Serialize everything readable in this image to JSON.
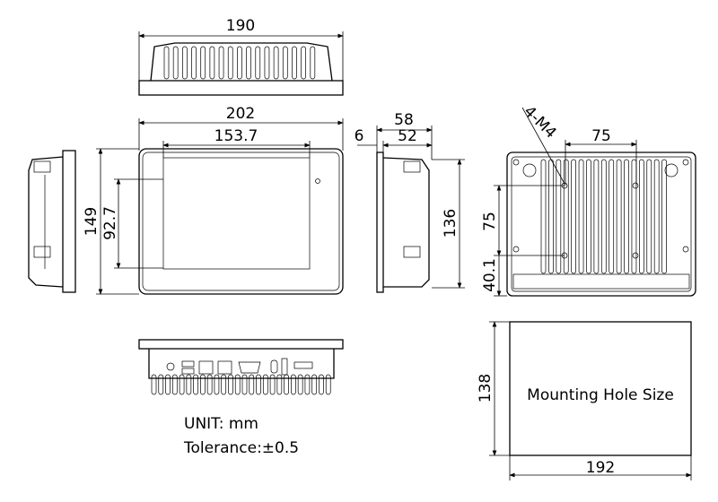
{
  "dimensions": {
    "top_width": "190",
    "front_width": "202",
    "screen_width": "153.7",
    "front_height": "149",
    "screen_height": "92.7",
    "side_depth_total": "58",
    "side_depth_body": "52",
    "side_bezel": "6",
    "side_height": "136",
    "vesa_horizontal": "75",
    "vesa_vertical": "75",
    "vesa_bottom_offset": "40.1",
    "screw_callout": "4-M4",
    "cutout_height": "138",
    "cutout_width": "192"
  },
  "cutout_label": "Mounting Hole Size",
  "notes": {
    "unit": "UNIT: mm",
    "tolerance": "Tolerance:±0.5"
  }
}
